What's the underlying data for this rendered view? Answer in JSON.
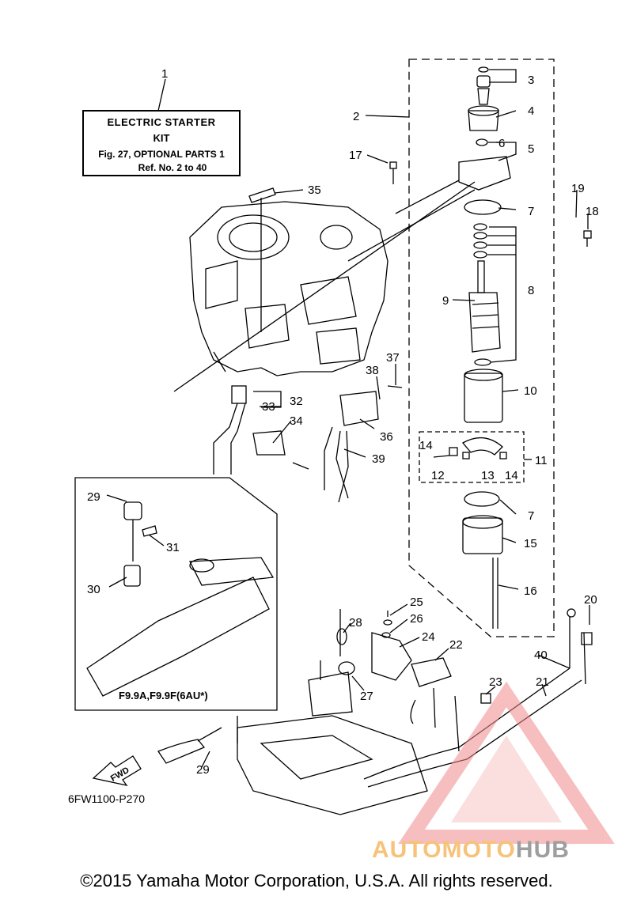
{
  "kit_box": {
    "title": "ELECTRIC STARTER",
    "subtitle": "KIT",
    "reference": "Fig. 27, OPTIONAL PARTS 1",
    "ref_range": "Ref. No. 2 to 40"
  },
  "variant_note": "F9.9A,F9.9F(6AU*)",
  "drawing_code": "6FW1100-P270",
  "fwd_label": "FWD",
  "copyright": "©2015 Yamaha Motor Corporation, U.S.A. All rights reserved.",
  "watermark": {
    "part_a": "AUTOMOTO",
    "part_b": "HUB",
    "color_a": "#f7c27a",
    "color_b": "#9e9e9e",
    "logo_color": "#f08a8a"
  },
  "callouts": [
    "1",
    "2",
    "3",
    "4",
    "5",
    "6",
    "7",
    "8",
    "9",
    "10",
    "11",
    "12",
    "13",
    "14",
    "15",
    "16",
    "17",
    "18",
    "19",
    "20",
    "21",
    "22",
    "23",
    "24",
    "25",
    "26",
    "27",
    "28",
    "29",
    "30",
    "31",
    "32",
    "33",
    "34",
    "35",
    "36",
    "37",
    "38",
    "39",
    "40"
  ],
  "callout_labels": {
    "c1": "1",
    "c2": "2",
    "c3": "3",
    "c4": "4",
    "c5": "5",
    "c6": "6",
    "c7a": "7",
    "c7b": "7",
    "c8": "8",
    "c9": "9",
    "c10": "10",
    "c11": "11",
    "c12": "12",
    "c13": "13",
    "c14a": "14",
    "c14b": "14",
    "c15": "15",
    "c16": "16",
    "c17": "17",
    "c18": "18",
    "c19": "19",
    "c20": "20",
    "c21": "21",
    "c22": "22",
    "c23": "23",
    "c24": "24",
    "c25": "25",
    "c26": "26",
    "c27": "27",
    "c28": "28",
    "c29a": "29",
    "c29b": "29",
    "c30": "30",
    "c31": "31",
    "c32": "32",
    "c33": "33",
    "c34": "34",
    "c35": "35",
    "c36": "36",
    "c37": "37",
    "c38": "38",
    "c39": "39",
    "c40": "40"
  }
}
